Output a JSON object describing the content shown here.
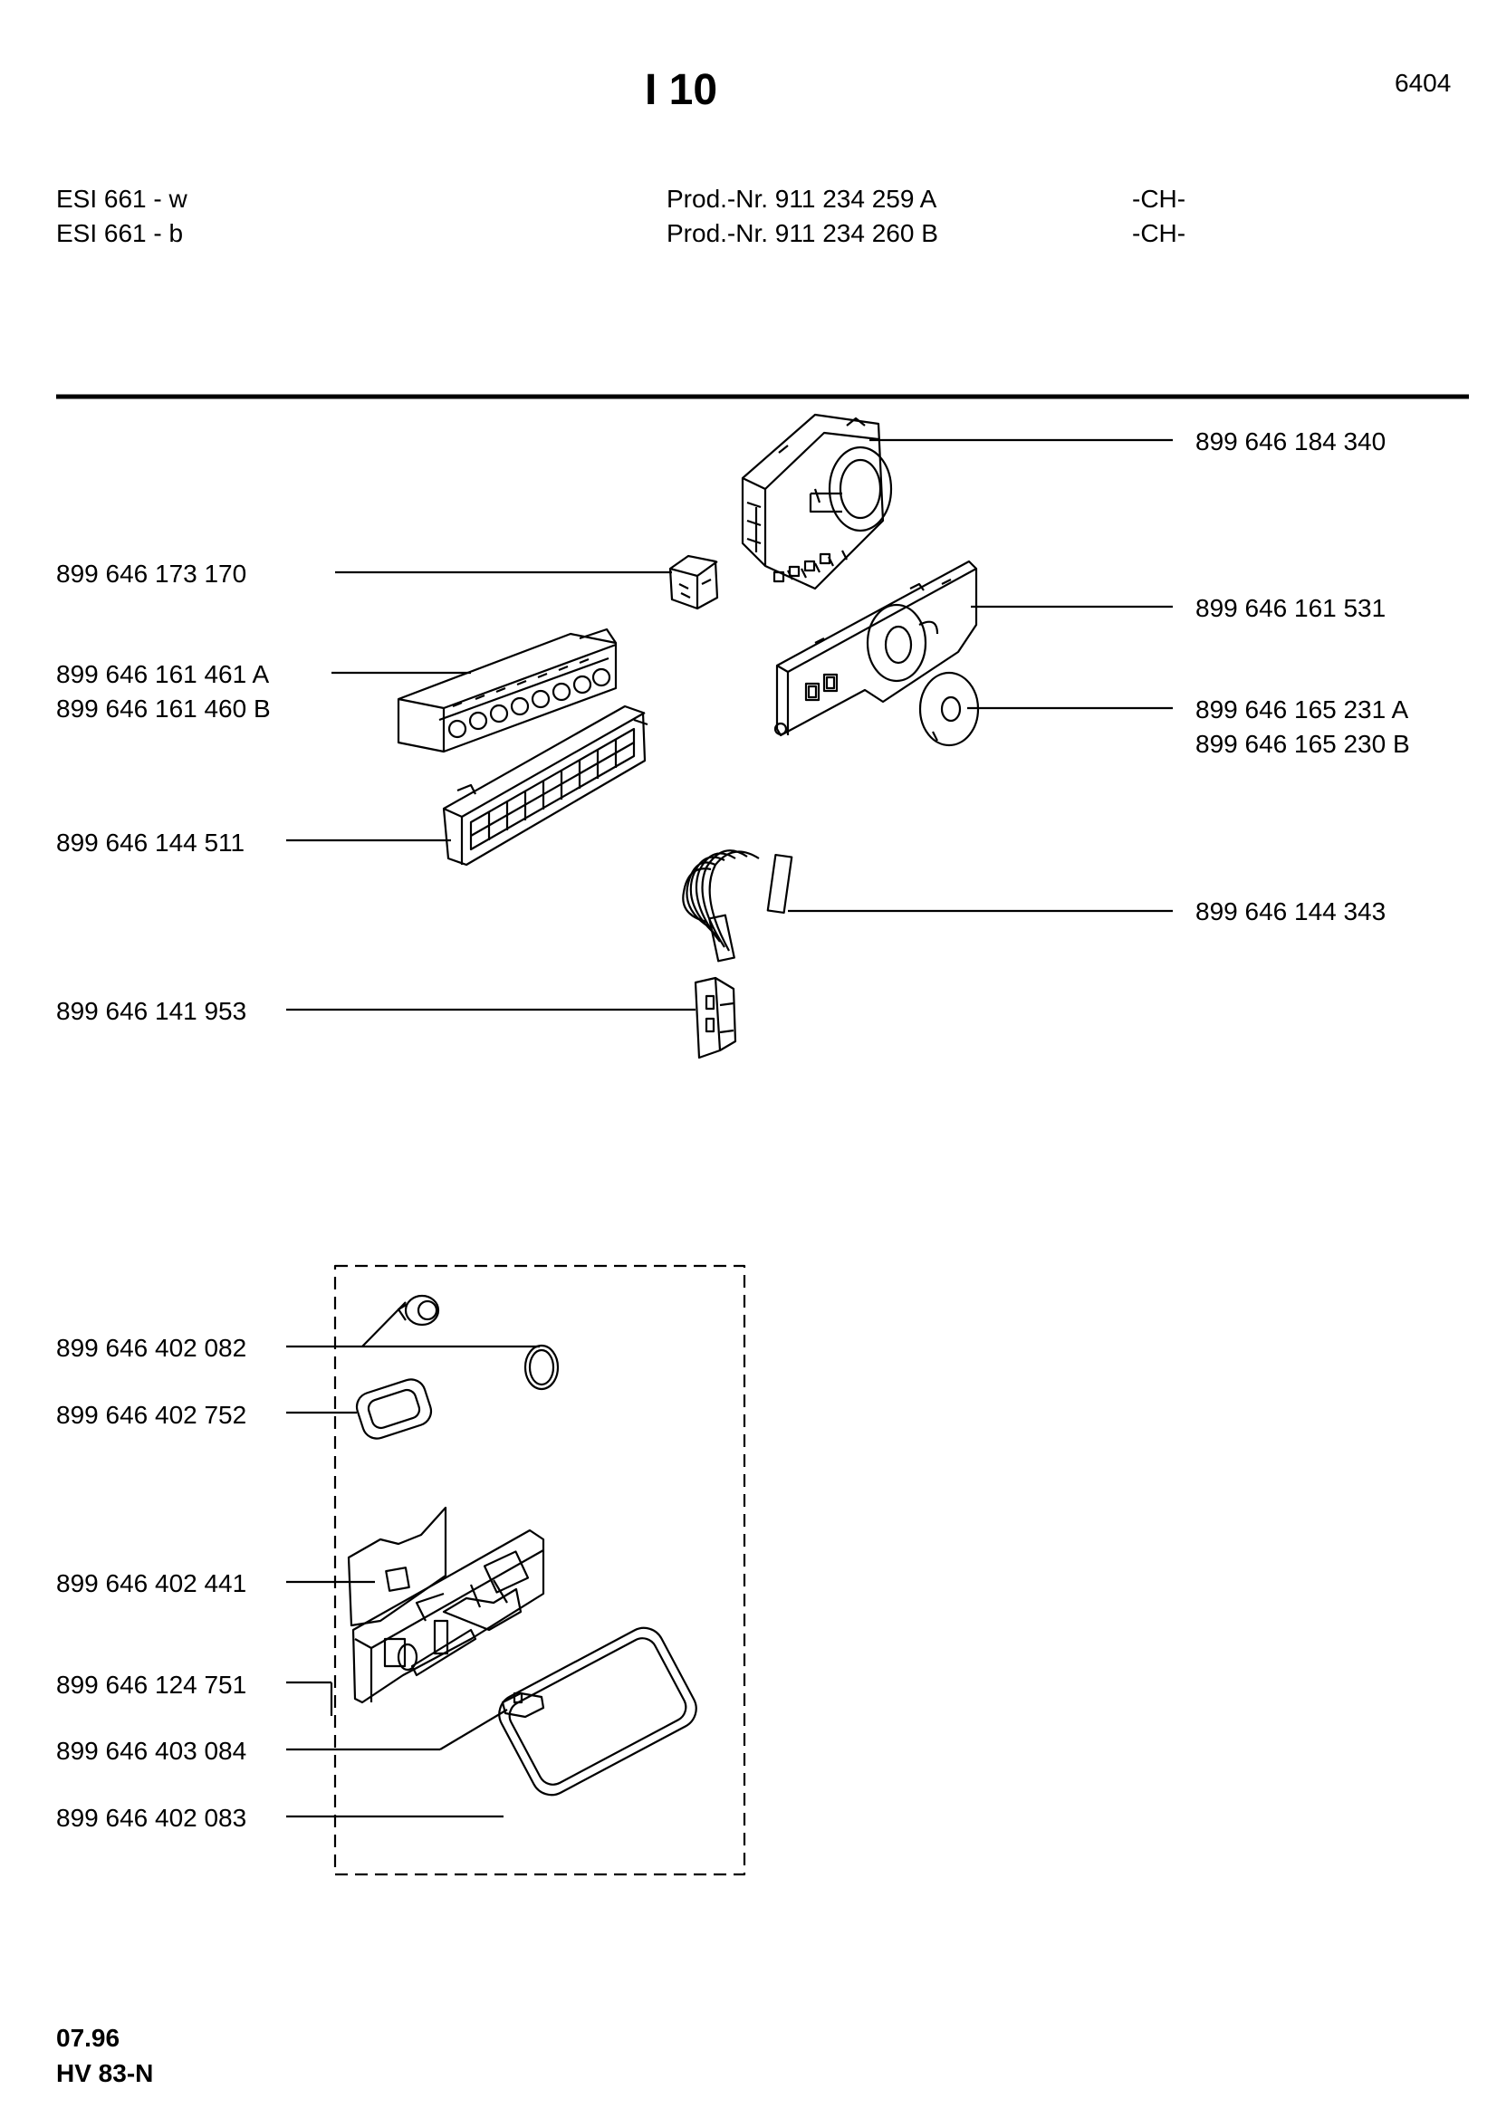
{
  "header": {
    "title": "I 10",
    "code": "6404"
  },
  "models": [
    {
      "name": "ESI 661 - w",
      "prod": "Prod.-Nr. 911 234 259 A",
      "country": "-CH-"
    },
    {
      "name": "ESI 661 - b",
      "prod": "Prod.-Nr. 911 234 260 B",
      "country": "-CH-"
    }
  ],
  "parts": {
    "p1": "899 646 184 340",
    "p2": "899 646 173 170",
    "p3": "899 646 161 531",
    "p4a": "899 646 161 461 A",
    "p4b": "899 646 161 460 B",
    "p5a": "899 646 165 231 A",
    "p5b": "899 646 165 230 B",
    "p6": "899 646 144 511",
    "p7": "899 646 144 343",
    "p8": "899 646 141 953",
    "p9": "899 646 402 082",
    "p10": "899 646 402 752",
    "p11": "899 646 402 441",
    "p12": "899 646 124 751",
    "p13": "899 646 403 084",
    "p14": "899 646 402 083"
  },
  "footer": {
    "date": "07.96",
    "ref": "HV 83-N"
  }
}
